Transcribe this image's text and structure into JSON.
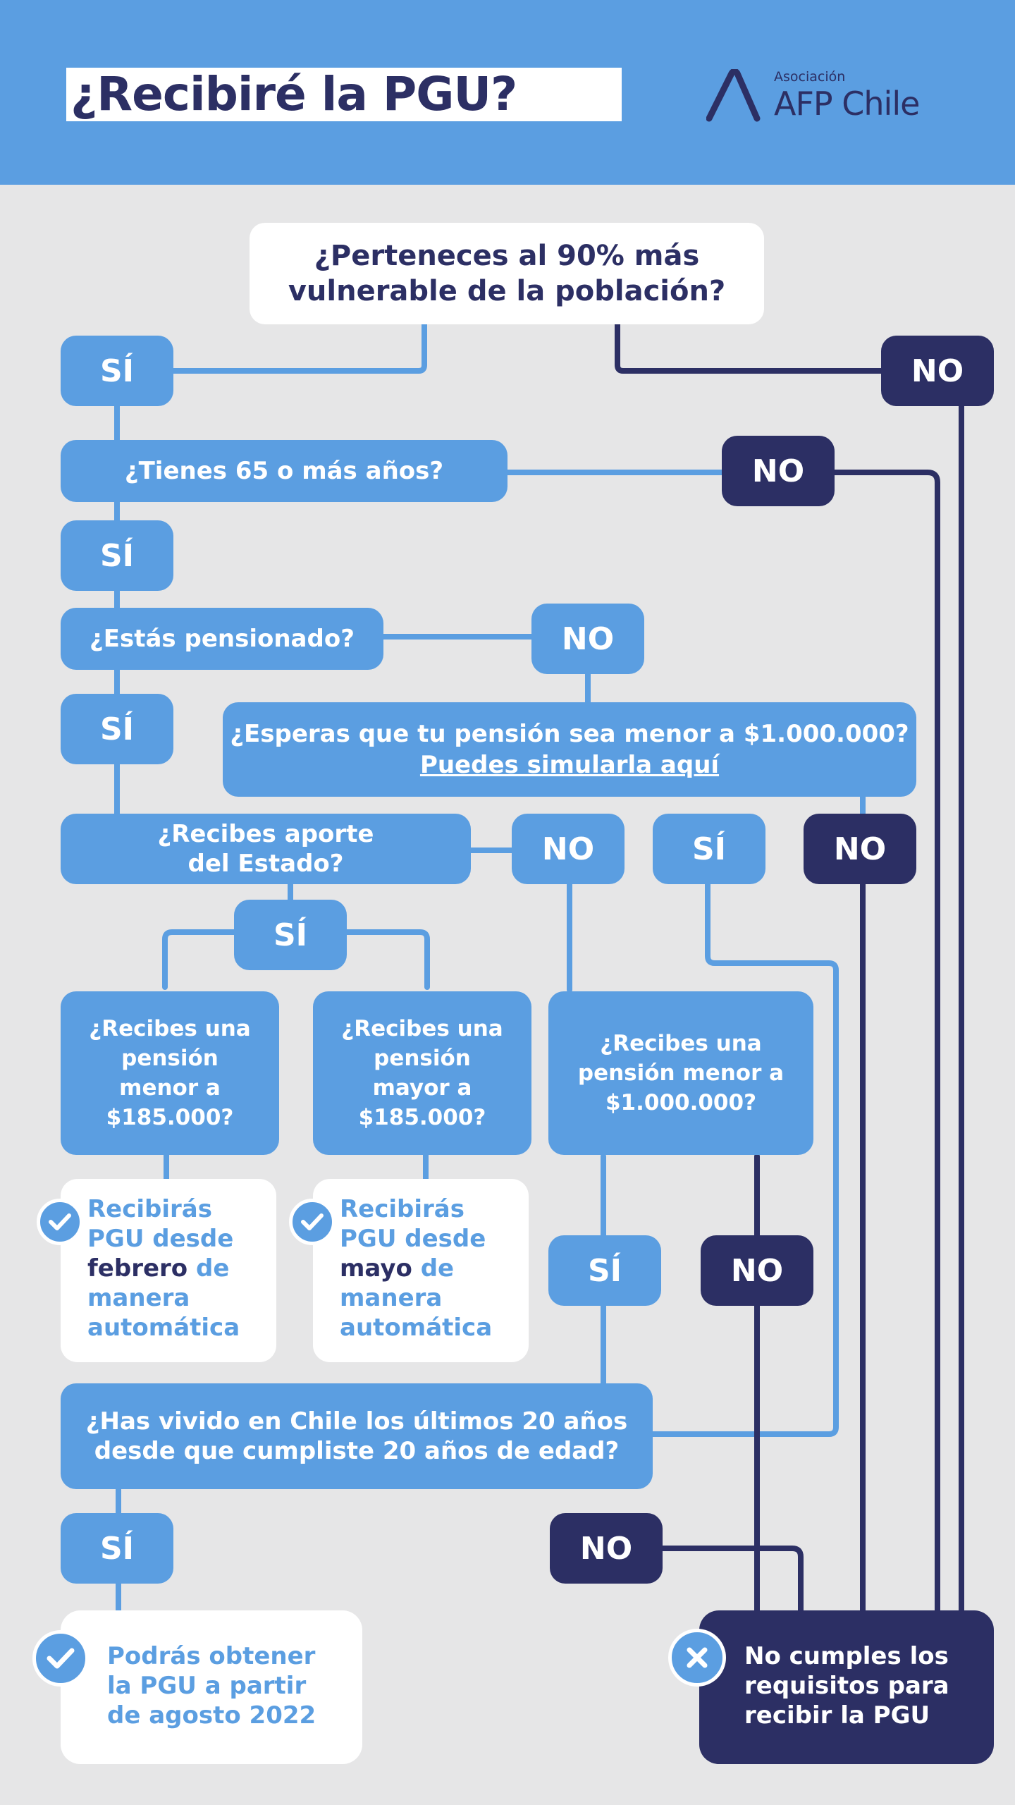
{
  "header": {
    "title": "¿Recibiré la PGU?",
    "logo_small": "Asociación",
    "logo_big": "AFP Chile"
  },
  "colors": {
    "light_blue": "#5b9ee1",
    "navy": "#2c2f64",
    "background": "#e6e6e7",
    "white": "#ffffff"
  },
  "nodes": {
    "q_vulnerable": "¿Perteneces al 90% más\nvulnerable de la población?",
    "yes_1": "SÍ",
    "no_1": "NO",
    "q_age": "¿Tienes 65 o más años?",
    "no_2": "NO",
    "yes_2": "SÍ",
    "q_pensioned": "¿Estás pensionado?",
    "no_3": "NO",
    "yes_3": "SÍ",
    "q_expect": "¿Esperas que tu pensión sea menor a $1.000.000?",
    "q_expect_link": "Puedes simularla aquí",
    "q_state": "¿Recibes aporte\ndel Estado?",
    "no_4": "NO",
    "yes_4": "SÍ",
    "no_5": "NO",
    "yes_5": "SÍ",
    "q_less_185": "¿Recibes una\npensión\nmenor a\n$185.000?",
    "q_more_185": "¿Recibes una\npensión\nmayor a\n$185.000?",
    "q_less_1m": "¿Recibes una\npensión menor a\n$1.000.000?",
    "yes_6": "SÍ",
    "no_6": "NO",
    "q_lived": "¿Has vivido en Chile los últimos 20 años\ndesde que cumpliste 20 años de edad?",
    "yes_7": "SÍ",
    "no_7": "NO"
  },
  "results": {
    "feb_pre": "Recibirás PGU desde ",
    "feb_emph": "febrero",
    "feb_post": " de manera automática",
    "may_pre": "Recibirás PGU desde ",
    "may_emph": "mayo",
    "may_post": " de manera automática",
    "august": "Podrás obtener\nla PGU a partir\nde agosto 2022",
    "not_eligible": "No cumples los\nrequisitos para\nrecibir la PGU"
  }
}
